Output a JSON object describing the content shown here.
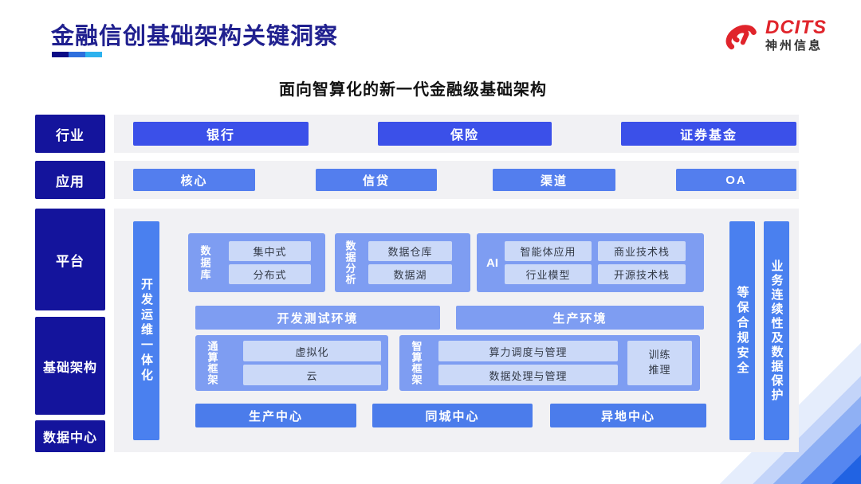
{
  "header": {
    "title": "金融信创基础架构关键洞察",
    "logo": {
      "name": "DCITS",
      "subname": "神州信息"
    }
  },
  "diagram": {
    "title": "面向智算化的新一代金融级基础架构",
    "side_labels": {
      "industry": "行业",
      "application": "应用",
      "platform": "平台",
      "infrastructure": "基础架构",
      "datacenter": "数据中心"
    },
    "industry_row": [
      "银行",
      "保险",
      "证券基金"
    ],
    "application_row": [
      "核心",
      "信贷",
      "渠道",
      "OA"
    ],
    "platform": {
      "devops_bar": "开发运维一体化",
      "database": {
        "label": "数据库",
        "items": [
          "集中式",
          "分布式"
        ]
      },
      "data_analysis": {
        "label": "数据分析",
        "items": [
          "数据仓库",
          "数据湖"
        ]
      },
      "ai": {
        "label": "AI",
        "items": [
          "智能体应用",
          "商业技术栈",
          "行业模型",
          "开源技术栈"
        ]
      },
      "env_bars": [
        "开发测试环境",
        "生产环境"
      ],
      "general_compute": {
        "label": "通算框架",
        "items": [
          "虚拟化",
          "云"
        ]
      },
      "intelligent_compute": {
        "label": "智算框架",
        "items": [
          "算力调度与管理",
          "数据处理与管理"
        ],
        "side_item": "训练\n推理"
      },
      "data_centers": [
        "生产中心",
        "同城中心",
        "异地中心"
      ],
      "security_bar": "等保合规安全",
      "continuity_bar": "业务连续性及数据保护"
    }
  },
  "colors": {
    "brand_red": "#e0242b",
    "title_navy": "#20208f",
    "sidebar_navy": "#14149c",
    "accent_segments": [
      "#0c0c86",
      "#2e6fdd",
      "#2db2ee"
    ],
    "button_primary": "#3b50e9",
    "button_secondary": "#537eee",
    "container_blue": "#7e9df2",
    "inner_light_blue": "#cbd9f8",
    "vertical_bar_blue": "#4a80ef",
    "center_button_blue": "#4b7ceb",
    "panel_gray": "#f1f1f4"
  }
}
